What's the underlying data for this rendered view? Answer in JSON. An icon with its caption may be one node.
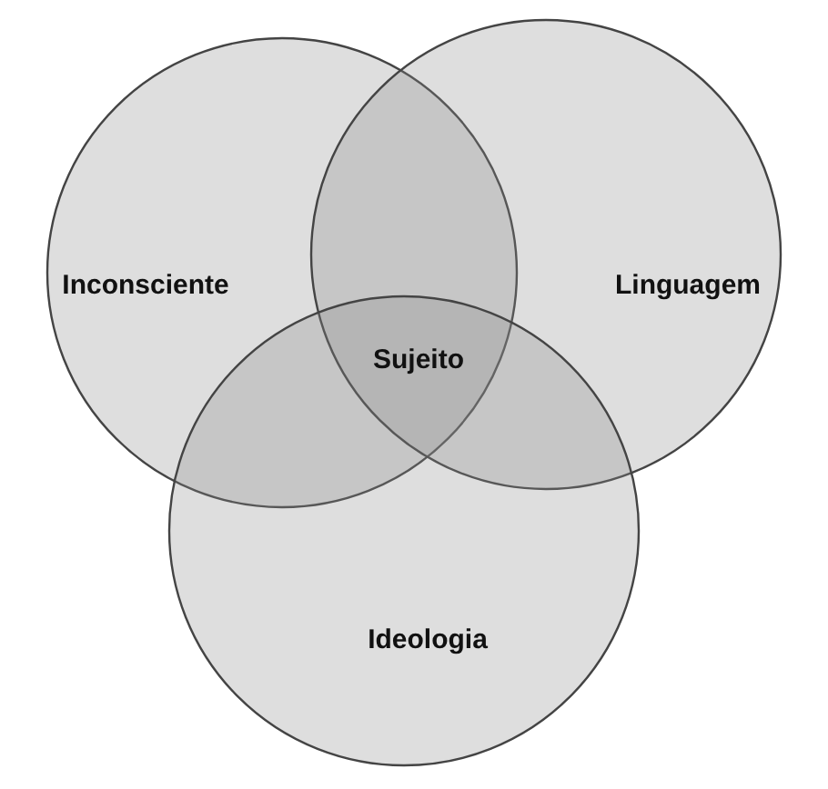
{
  "diagram": {
    "nodes": [
      {
        "text": [
          "Inconsciente"
        ]
      },
      {
        "text": [
          "Linguagem"
        ]
      },
      {
        "text": [
          "Ideologia"
        ]
      }
    ],
    "labels": [
      "Sujeito"
    ]
  }
}
